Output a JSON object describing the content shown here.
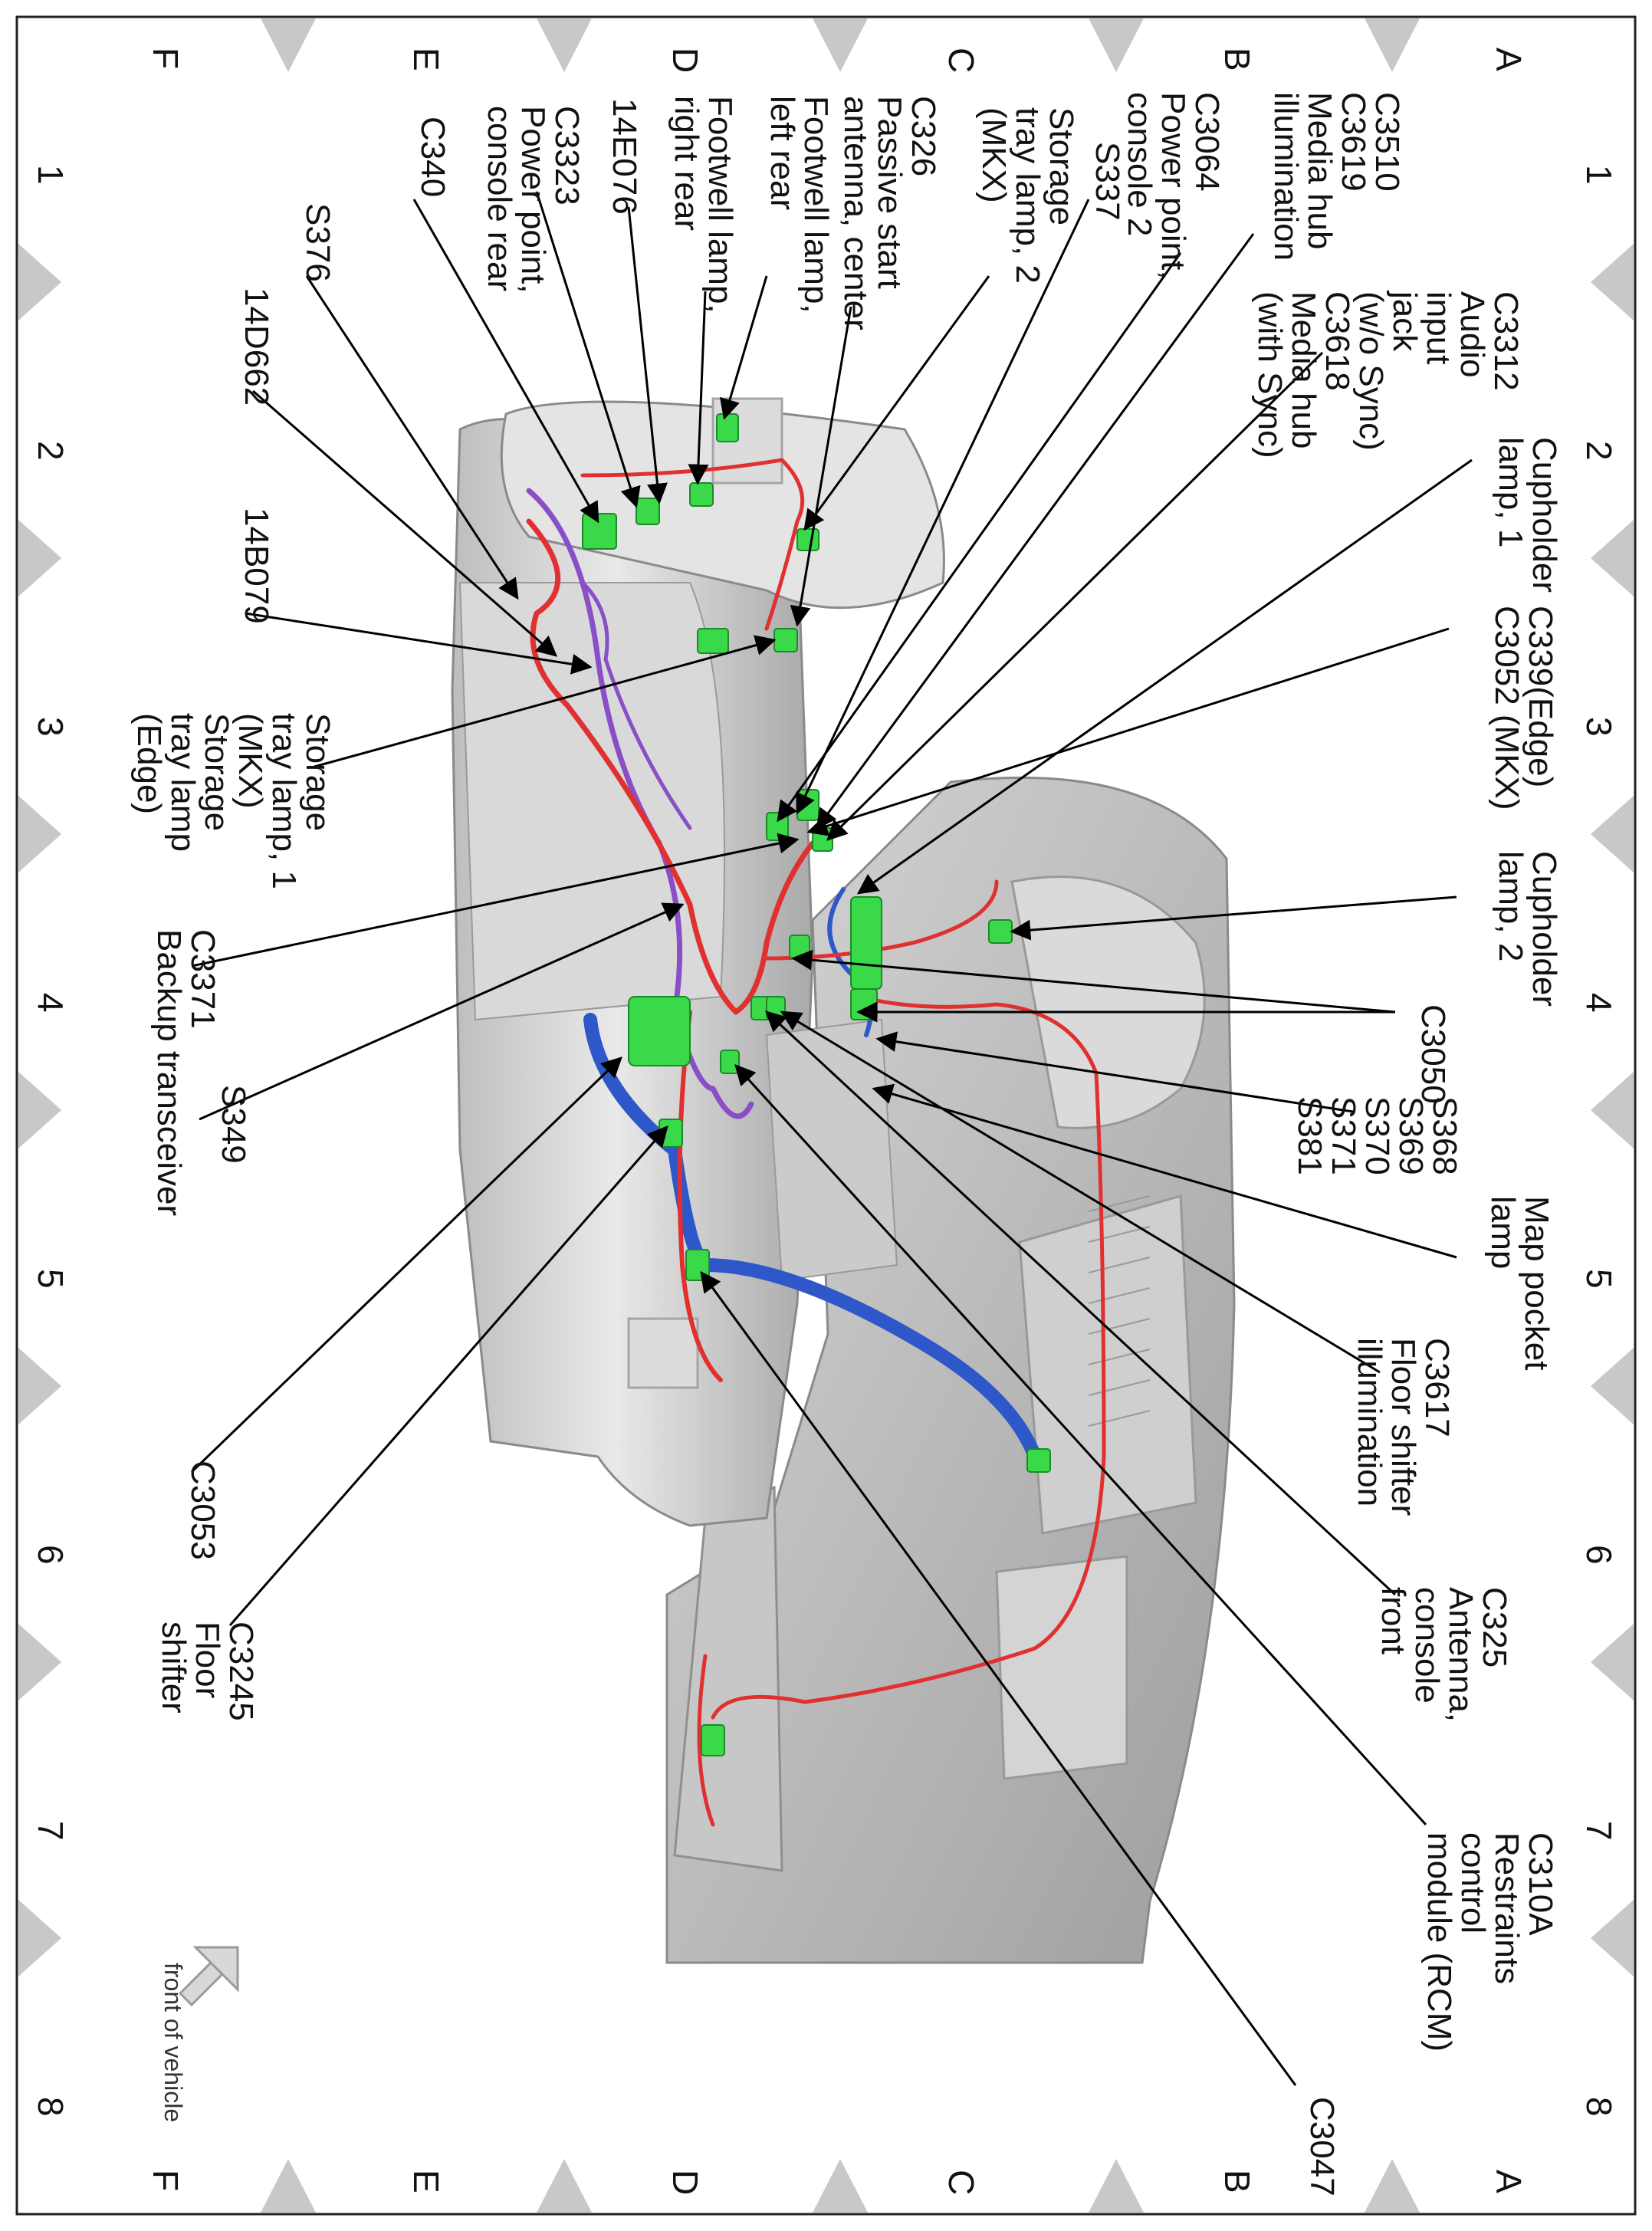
{
  "grid": {
    "letters": [
      "A",
      "B",
      "C",
      "D",
      "E",
      "F"
    ],
    "numbers": [
      "1",
      "2",
      "3",
      "4",
      "5",
      "6",
      "7",
      "8"
    ]
  },
  "caption": {
    "front": "front of vehicle"
  },
  "labels": [
    {
      "id": "c3510",
      "lines": [
        "C3510",
        "C3619",
        "Media hub",
        "illumination"
      ]
    },
    {
      "id": "c3312",
      "lines": [
        "C3312",
        "Audio",
        "input",
        "jack",
        "(w/o Sync)",
        "C3618",
        "Media hub",
        "(with Sync)"
      ]
    },
    {
      "id": "cupholder1",
      "lines": [
        "Cupholder",
        "lamp, 1"
      ]
    },
    {
      "id": "c339",
      "lines": [
        "C339(Edge)",
        "C3052 (MKX)"
      ]
    },
    {
      "id": "cupholder2",
      "lines": [
        "Cupholder",
        "lamp, 2"
      ]
    },
    {
      "id": "c3050",
      "lines": [
        "C3050"
      ]
    },
    {
      "id": "s368",
      "lines": [
        "S368",
        "S369",
        "S370",
        "S371",
        "S381"
      ]
    },
    {
      "id": "mappocket",
      "lines": [
        "Map pocket",
        "lamp"
      ]
    },
    {
      "id": "c3617",
      "lines": [
        "C3617",
        "Floor shifter",
        "illumination"
      ]
    },
    {
      "id": "c325",
      "lines": [
        "C325",
        "Antenna,",
        "console",
        "front"
      ]
    },
    {
      "id": "c310a",
      "lines": [
        "C310A",
        "Restraints",
        "control",
        "module (RCM)"
      ]
    },
    {
      "id": "c3047",
      "lines": [
        "C3047"
      ]
    },
    {
      "id": "c3064",
      "lines": [
        "C3064",
        "Power point,",
        "console 2"
      ]
    },
    {
      "id": "s337",
      "lines": [
        "S337"
      ]
    },
    {
      "id": "storage2",
      "lines": [
        "Storage",
        "tray lamp, 2",
        "(MKX)"
      ]
    },
    {
      "id": "c326",
      "lines": [
        "C326",
        "Passive start",
        "antenna, center"
      ]
    },
    {
      "id": "footleft",
      "lines": [
        "Footwell lamp,",
        "left rear"
      ]
    },
    {
      "id": "footright",
      "lines": [
        "Footwell lamp,",
        "right rear"
      ]
    },
    {
      "id": "e076",
      "lines": [
        "14E076"
      ]
    },
    {
      "id": "c3323",
      "lines": [
        "C3323",
        "Power point,",
        "console rear"
      ]
    },
    {
      "id": "c340",
      "lines": [
        "C340"
      ]
    },
    {
      "id": "s376",
      "lines": [
        "S376"
      ]
    },
    {
      "id": "d662",
      "lines": [
        "14D662"
      ]
    },
    {
      "id": "b079",
      "lines": [
        "14B079"
      ]
    },
    {
      "id": "storage1",
      "lines": [
        "Storage",
        "tray lamp, 1",
        "(MKX)",
        "Storage",
        "tray lamp",
        "(Edge)"
      ]
    },
    {
      "id": "c3371",
      "lines": [
        "C3371",
        "Backup transceiver"
      ]
    },
    {
      "id": "s349",
      "lines": [
        "S349"
      ]
    },
    {
      "id": "c3053",
      "lines": [
        "C3053"
      ]
    },
    {
      "id": "c3245",
      "lines": [
        "C3245",
        "Floor",
        "shifter"
      ]
    }
  ]
}
